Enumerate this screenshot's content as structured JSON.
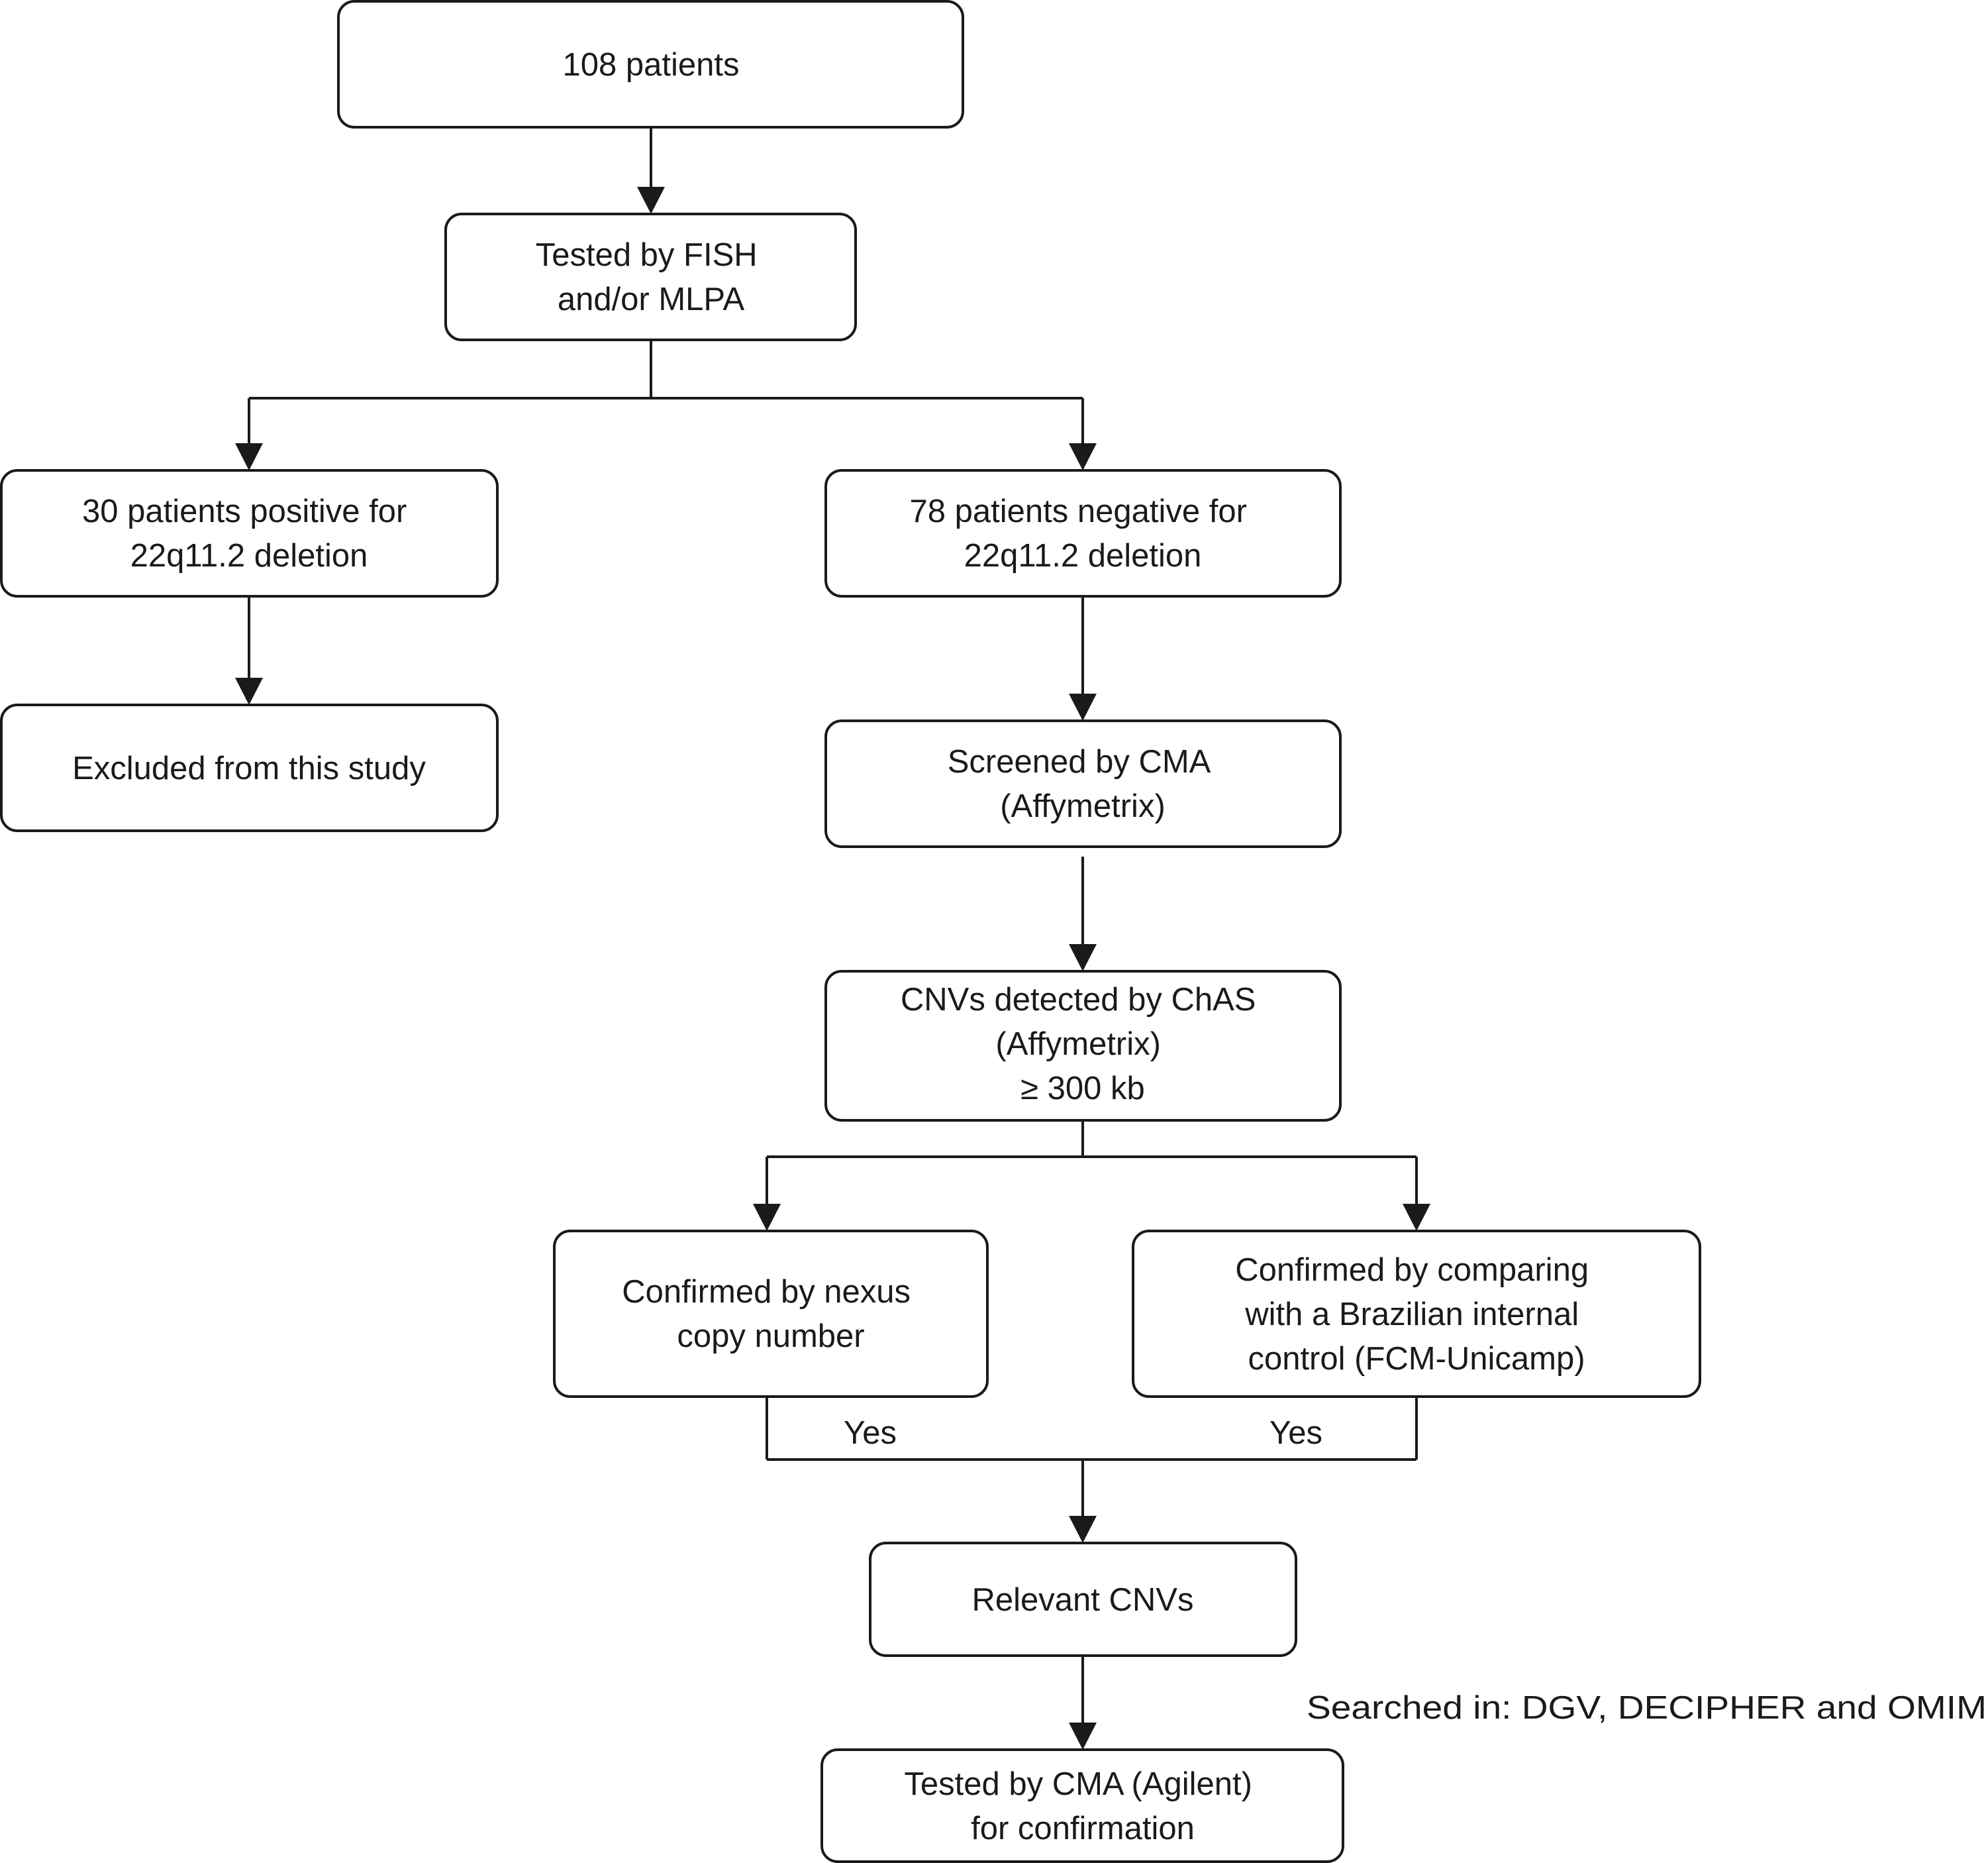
{
  "flowchart": {
    "nodes": {
      "n1": {
        "lines": [
          "108 patients"
        ]
      },
      "n2": {
        "lines": [
          "Tested by FISH",
          "and/or MLPA"
        ]
      },
      "n3": {
        "lines": [
          "30 patients positive for",
          "22q11.2 deletion"
        ]
      },
      "n4": {
        "lines": [
          "78 patients negative for",
          "22q11.2 deletion"
        ]
      },
      "n5": {
        "lines": [
          "Excluded from this study"
        ]
      },
      "n6": {
        "lines": [
          "Screened by CMA",
          "(Affymetrix)"
        ]
      },
      "n7": {
        "lines": [
          "CNVs detected by ChAS",
          "(Affymetrix)",
          "≥ 300 kb"
        ]
      },
      "n8": {
        "lines": [
          "Confirmed by nexus",
          "copy number"
        ]
      },
      "n9": {
        "lines": [
          "Confirmed by comparing",
          "with a Brazilian internal",
          "control (FCM-Unicamp)"
        ]
      },
      "n10": {
        "lines": [
          "Relevant CNVs"
        ]
      },
      "n11": {
        "lines": [
          "Tested by CMA (Agilent)",
          "for confirmation"
        ]
      }
    },
    "edge_labels": {
      "yes_left": "Yes",
      "yes_right": "Yes"
    },
    "side_note": "Searched in: DGV, DECIPHER and OMIM"
  }
}
